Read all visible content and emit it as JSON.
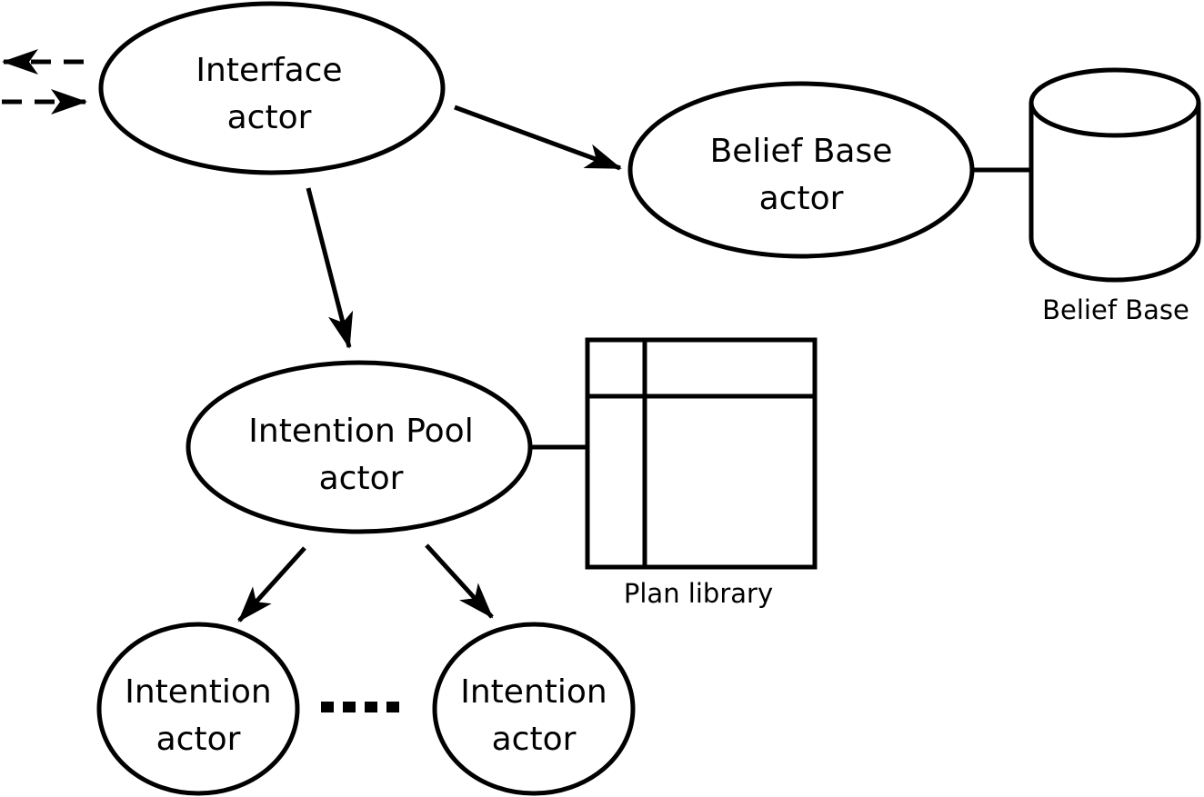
{
  "nodes": {
    "interface_actor": {
      "line1": "Interface",
      "line2": "actor"
    },
    "belief_base_actor": {
      "line1": "Belief Base",
      "line2": "actor"
    },
    "intention_pool_actor": {
      "line1": "Intention Pool",
      "line2": "actor"
    },
    "intention_actor_left": {
      "line1": "Intention",
      "line2": "actor"
    },
    "intention_actor_right": {
      "line1": "Intention",
      "line2": "actor"
    }
  },
  "stores": {
    "belief_base": {
      "label": "Belief Base"
    },
    "plan_library": {
      "label": "Plan library"
    }
  },
  "ellipsis": "...."
}
